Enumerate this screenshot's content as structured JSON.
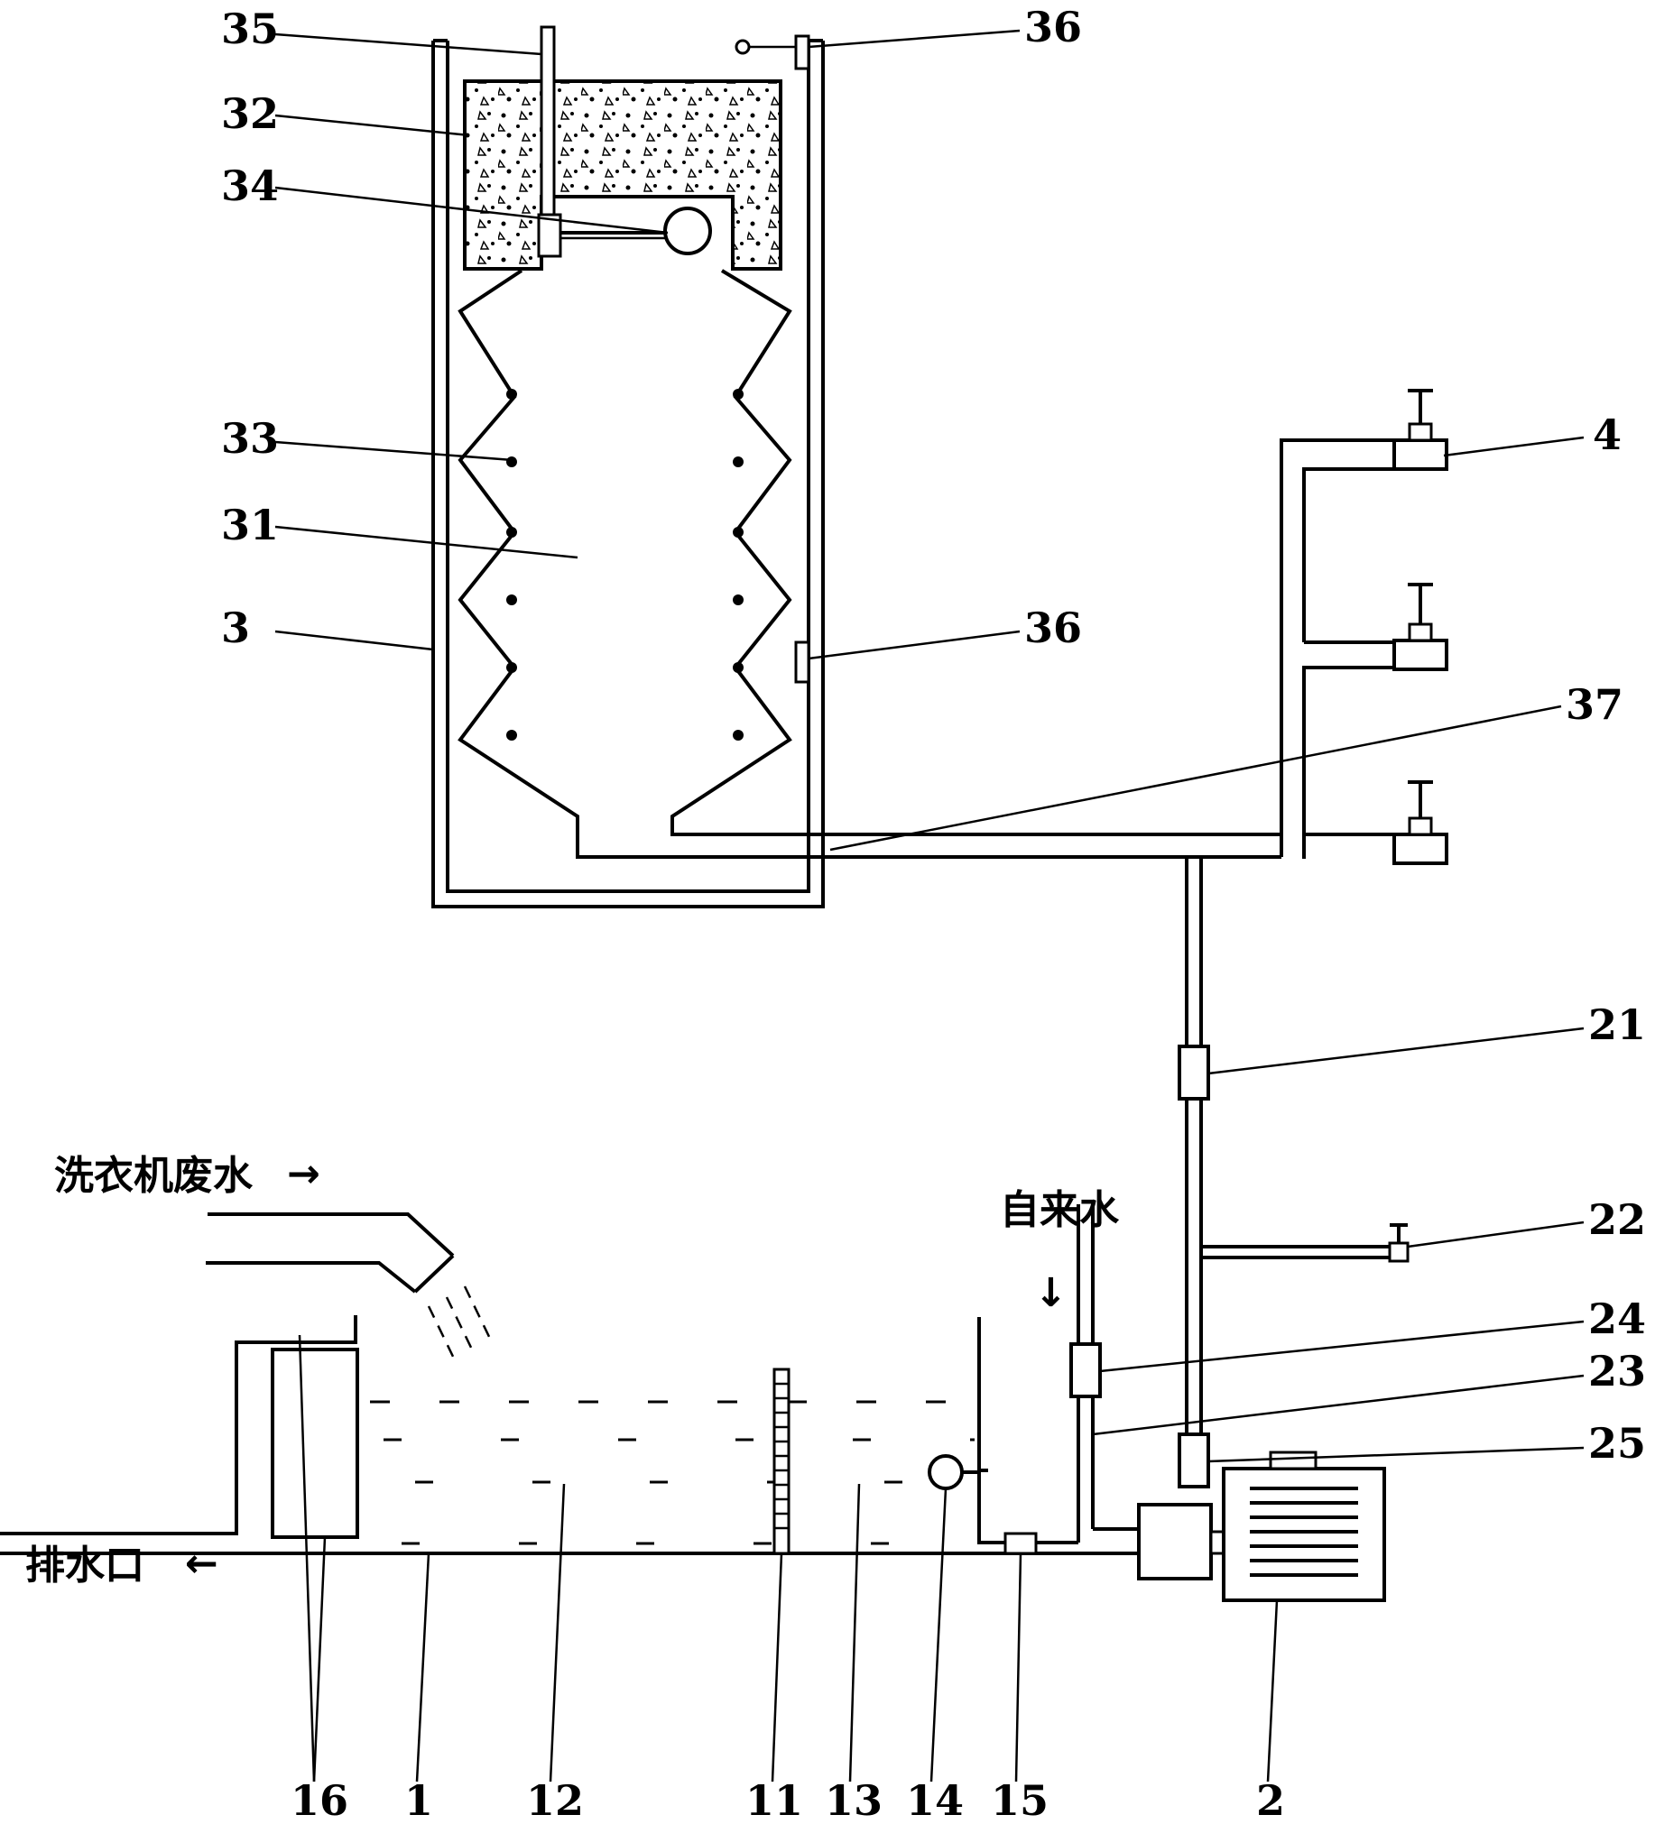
{
  "labels": {
    "l35": "35",
    "l32": "32",
    "l34": "34",
    "l33": "33",
    "l31": "31",
    "l3": "3",
    "l36a": "36",
    "l36b": "36",
    "l37": "37",
    "l4": "4",
    "l21": "21",
    "l22": "22",
    "l24": "24",
    "l23": "23",
    "l25": "25",
    "l16": "16",
    "l1": "1",
    "l12": "12",
    "l11": "11",
    "l13": "13",
    "l14": "14",
    "l15": "15",
    "l2": "2"
  },
  "annotations": {
    "washer_waste_water": "洗衣机废水",
    "tap_water": "自来水",
    "drain_outlet": "排水口"
  },
  "arrows": {
    "right": "→",
    "left": "←",
    "down": "↓"
  }
}
